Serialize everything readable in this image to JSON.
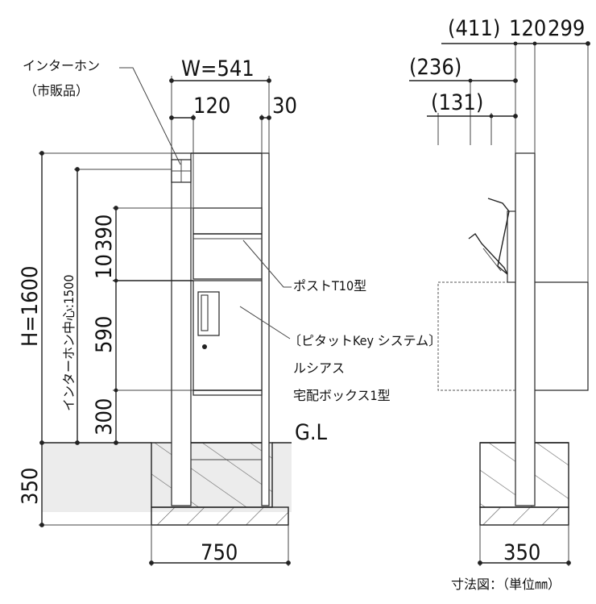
{
  "front": {
    "width_dim": "W=541",
    "dim_120": "120",
    "dim_30": "30",
    "height_dim": "H=1600",
    "intercom_center_dim": "インターホン中心:1500",
    "dim_10": "10",
    "dim_390": "390",
    "dim_590": "590",
    "dim_300": "300",
    "dim_350": "350",
    "dim_750": "750",
    "gl_label": "G.L",
    "intercom_label": "インターホン",
    "intercom_note": "（市販品）",
    "post_label": "ポストT10型",
    "key_system_label": "〔ピタットKey システム〕",
    "rusias_label": "ルシアス",
    "delivery_box_label": "宅配ボックス1型"
  },
  "side": {
    "dim_411": "(411)",
    "dim_120": "120",
    "dim_299": "299",
    "dim_236": "(236)",
    "dim_131": "(131)",
    "dim_350": "350"
  },
  "unit_note": "寸法図：（単位㎜）"
}
